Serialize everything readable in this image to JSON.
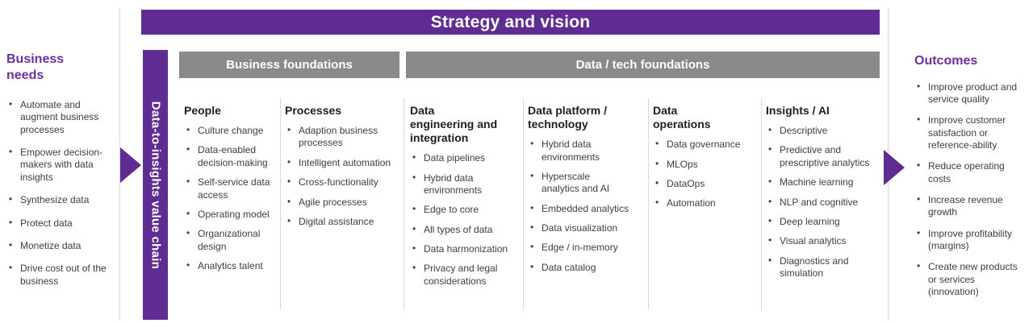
{
  "banner": {
    "title": "Strategy and vision"
  },
  "value_chain": {
    "label": "Data-to-insights value chain"
  },
  "foundations": {
    "business": {
      "label": "Business foundations"
    },
    "data_tech": {
      "label": "Data / tech foundations"
    }
  },
  "left_panel": {
    "title": "Business needs",
    "items": [
      "Automate and augment business processes",
      "Empower decision-makers with data insights",
      "Synthesize data",
      "Protect data",
      "Monetize data",
      "Drive cost out of the business"
    ]
  },
  "columns": [
    {
      "title": "People",
      "items": [
        "Culture change",
        "Data-enabled decision-making",
        "Self-service data access",
        "Operating model",
        "Organizational design",
        "Analytics talent"
      ]
    },
    {
      "title": "Processes",
      "items": [
        "Adaption business processes",
        "Intelligent automation",
        "Cross-functionality",
        "Agile processes",
        "Digital assistance"
      ]
    },
    {
      "title": "Data engineering and integration",
      "items": [
        "Data pipelines",
        "Hybrid data environments",
        "Edge to core",
        "All types of data",
        "Data harmonization",
        "Privacy and legal considerations"
      ]
    },
    {
      "title": "Data platform / technology",
      "items": [
        "Hybrid data environments",
        "Hyperscale analytics and AI",
        "Embedded analytics",
        "Data visualization",
        "Edge / in-memory",
        "Data catalog"
      ]
    },
    {
      "title": "Data operations",
      "items": [
        "Data governance",
        "MLOps",
        "DataOps",
        "Automation"
      ]
    },
    {
      "title": "Insights / AI",
      "items": [
        "Descriptive",
        "Predictive and prescriptive analytics",
        "Machine learning",
        "NLP and cognitive",
        "Deep learning",
        "Visual analytics",
        "Diagnostics and simulation"
      ]
    }
  ],
  "right_panel": {
    "title": "Outcomes",
    "items": [
      "Improve product and service quality",
      "Improve customer satisfaction or reference-ability",
      "Reduce operating costs",
      "Increase revenue growth",
      "Improve profitability (margins)",
      "Create new products or services (innovation)"
    ]
  },
  "colors": {
    "purple": "#5e2c92",
    "heading_purple": "#6b2f9e",
    "header_gray": "#8a8a8a",
    "divider_gray": "#d8d8d8",
    "body_text": "#3d3d3d"
  }
}
